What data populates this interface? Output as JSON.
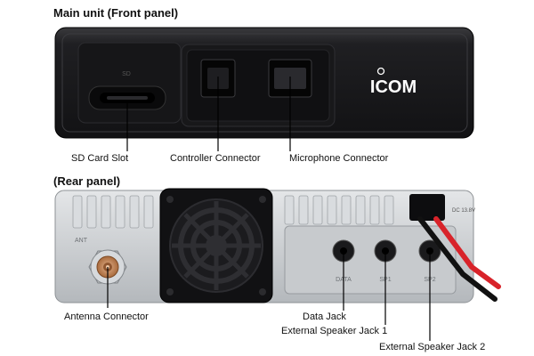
{
  "headings": {
    "front": "Main unit (Front panel)",
    "rear": "(Rear panel)"
  },
  "brand": "ICOM",
  "callouts": {
    "sd_card_slot": "SD Card Slot",
    "controller_connector": "Controller Connector",
    "microphone_connector": "Microphone Connector",
    "antenna_connector": "Antenna Connector",
    "data_jack": "Data Jack",
    "ext_speaker_jack_1": "External Speaker Jack 1",
    "ext_speaker_jack_2": "External Speaker Jack 2"
  },
  "panel_markings": {
    "ant": "ANT",
    "data": "DATA",
    "sp1": "SP1",
    "sp2": "SP2",
    "dc": "DC 13.8V"
  },
  "colors": {
    "front_body": "#1c1c1e",
    "rear_body": "#c9cccf",
    "cable_red": "#d8232a",
    "cable_black": "#111111",
    "antenna_copper": "#c98a5a"
  }
}
